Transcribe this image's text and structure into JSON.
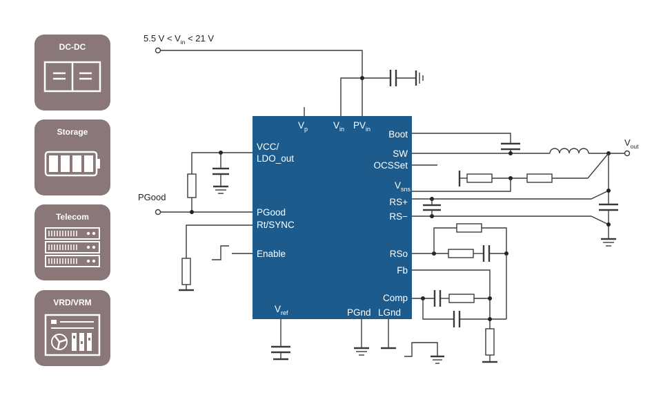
{
  "applications": [
    {
      "label": "DC-DC",
      "icon": "converter-icon"
    },
    {
      "label": "Storage",
      "icon": "battery-icon"
    },
    {
      "label": "Telecom",
      "icon": "server-rack-icon"
    },
    {
      "label": "VRD/VRM",
      "icon": "motherboard-icon"
    }
  ],
  "colors": {
    "app_tile": "#8a7777",
    "chip": "#1d5b8c",
    "wire": "#3a3a3a"
  },
  "supply": {
    "pre": "5.5 V < V",
    "sub": "in",
    "post": " < 21 V"
  },
  "output": {
    "main": "V",
    "sub": "out"
  },
  "pgood_label": "PGood",
  "chip": {
    "top_pins": [
      {
        "main": "V",
        "sub": "p"
      },
      {
        "main": "V",
        "sub": "in"
      },
      {
        "main": "PV",
        "sub": "in"
      }
    ],
    "left_pins": {
      "vcc": "VCC/",
      "ldo": "LDO_out",
      "pgood": "PGood",
      "rt_sync": "Rt/SYNC",
      "enable": "Enable"
    },
    "right_pins": {
      "boot": "Boot",
      "sw": "SW",
      "ocsset": "OCSSet",
      "vsns": {
        "main": "V",
        "sub": "sns"
      },
      "rs_plus": "RS+",
      "rs_minus": "RS−",
      "rso": "RSo",
      "fb": "Fb",
      "comp": "Comp"
    },
    "bottom_pins": {
      "vref": {
        "main": "V",
        "sub": "ref"
      },
      "pgnd": "PGnd",
      "lgnd": "LGnd"
    }
  }
}
